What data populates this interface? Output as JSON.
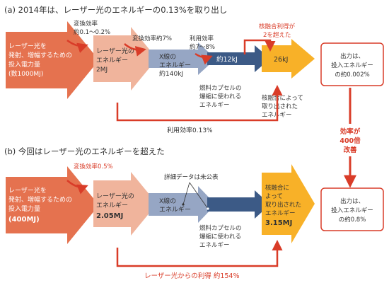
{
  "colors": {
    "arrow_input": "#e5724f",
    "arrow_laser": "#f0b49c",
    "arrow_xray": "#96a6c4",
    "arrow_fuel": "#3c5a86",
    "arrow_output": "#f8b128",
    "accent_red": "#d93c28",
    "text_dark": "#333333"
  },
  "section_a": {
    "title": "(a) 2014年は、レーザー光のエネルギーの0.13%を取り出し",
    "input_text": [
      "レーザー光を",
      "発射、増幅するための",
      "投入電力量",
      "(数1000MJ)"
    ],
    "laser_text": [
      "レーザー光の",
      "エネルギー",
      "2MJ"
    ],
    "xray_text": [
      "X線の",
      "エネルギー",
      "約140kJ"
    ],
    "fuel_value": "約12kJ",
    "output_value": "26kJ",
    "conv_label": [
      "変換効率",
      "約0.1〜0.2%"
    ],
    "conv2_label": "変換効率約7%",
    "util_label": [
      "利用効率",
      "約7〜8%"
    ],
    "gain_label": [
      "核融合利得が",
      "2を超えた"
    ],
    "fuel_caption": [
      "燃料カプセルの",
      "爆縮に使われる",
      "エネルギー"
    ],
    "fusion_caption": [
      "核融合によって",
      "取り出された",
      "エネルギー"
    ],
    "total_label": "利用効率0.13%",
    "result": [
      "出力は、",
      "投入エネルギー",
      "の約0.002%"
    ]
  },
  "section_b": {
    "title": "(b) 今回はレーザー光のエネルギーを超えた",
    "input_text": [
      "レーザー光を",
      "発射、増幅するための",
      "投入電力量",
      "(400MJ)"
    ],
    "laser_text": [
      "レーザー光の",
      "エネルギー",
      "2.05MJ"
    ],
    "xray_text": [
      "X線の",
      "エネルギー"
    ],
    "output_text": [
      "核融合に",
      "よって",
      "取り出された",
      "エネルギー",
      "3.15MJ"
    ],
    "conv_label": "変換効率0.5%",
    "detail_label": "詳細データは未公表",
    "fuel_caption": [
      "燃料カプセルの",
      "爆縮に使われる",
      "エネルギー"
    ],
    "gain_label": "レーザー光からの利得 約154%",
    "result": [
      "出力は、",
      "投入エネルギー",
      "の約0.8%"
    ]
  },
  "improvement": [
    "効率が",
    "400倍",
    "改善"
  ]
}
